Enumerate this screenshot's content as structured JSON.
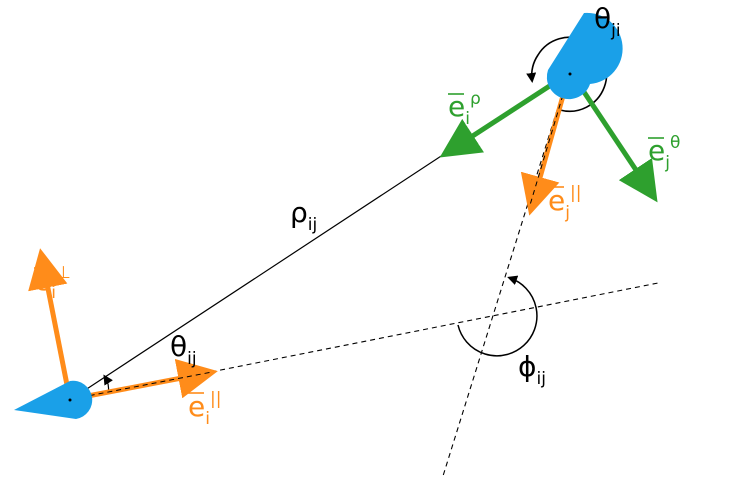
{
  "colors": {
    "agent": "#1aa0e8",
    "orange": "#ff8c1a",
    "green": "#2ea02e",
    "line": "#000000"
  },
  "labels": {
    "rho": {
      "base": "ρ",
      "sub": "ij"
    },
    "theta_ij": {
      "base": "θ",
      "sub": "ij"
    },
    "theta_ji": {
      "base": "θ",
      "sub": "ji"
    },
    "phi_ij": {
      "base": "ϕ",
      "sub": "ij"
    },
    "e_i_perp": {
      "base": "e",
      "sub": "i",
      "sup": "⊥"
    },
    "e_i_par": {
      "base": "e",
      "sub": "i",
      "sup": "||"
    },
    "e_j_par": {
      "base": "e",
      "sub": "j",
      "sup": "||"
    },
    "e_i_rho": {
      "base": "e",
      "sub": "i",
      "sup": "ρ"
    },
    "e_j_theta": {
      "base": "e",
      "sub": "j",
      "sup": "θ"
    }
  }
}
